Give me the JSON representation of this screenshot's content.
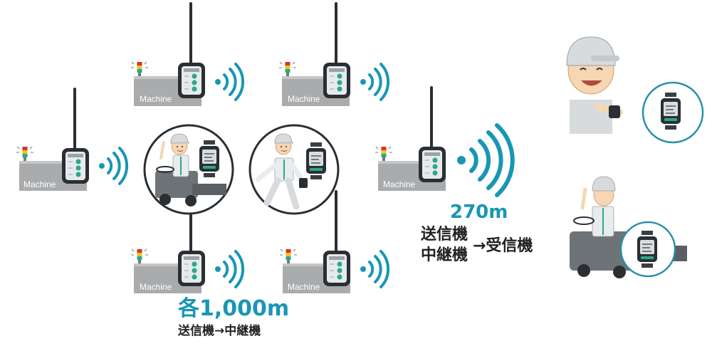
{
  "machines": [
    {
      "label": "Machine"
    },
    {
      "label": "Machine"
    },
    {
      "label": "Machine"
    },
    {
      "label": "Machine"
    },
    {
      "label": "Machine"
    },
    {
      "label": "Machine"
    }
  ],
  "annotations": {
    "range_each": "各1,000m",
    "route_relay": "送信機→中継機",
    "range_receiver": "270m",
    "route_sender": "送信機",
    "route_relay_unit": "中継機",
    "route_to_receiver": "→受信機"
  },
  "colors": {
    "accent": "#1996b4",
    "machine_gray": "#a9abad",
    "device_dark": "#2b2e33",
    "led_green": "#2aa88a"
  }
}
